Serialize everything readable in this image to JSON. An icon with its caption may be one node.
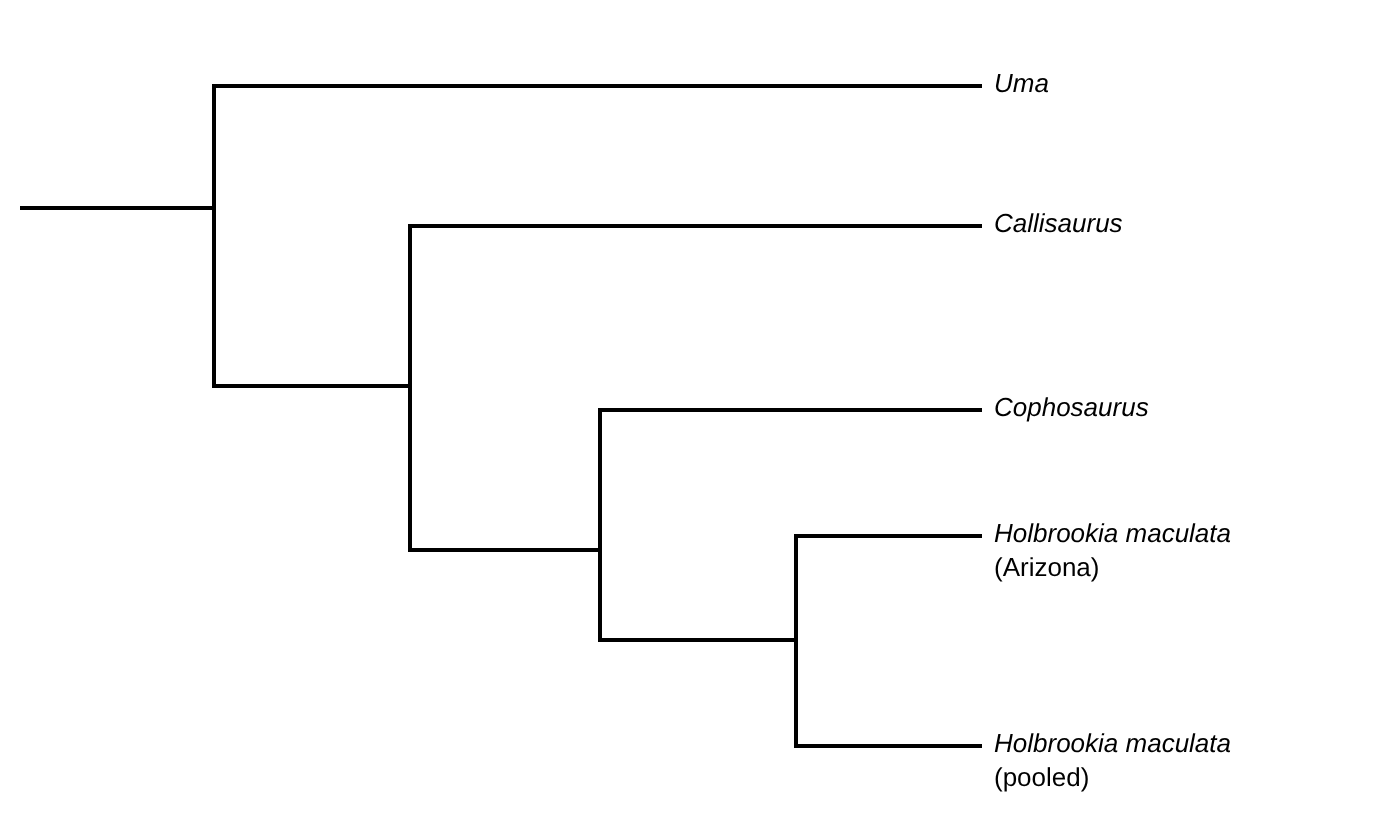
{
  "diagram": {
    "nodes": [
      {
        "text": [
          "Uma"
        ]
      },
      {
        "text": [
          "Callisaurus"
        ]
      },
      {
        "text": [
          "Cophosaurus"
        ]
      },
      {
        "text": [
          "Holbrookia maculata",
          "(Arizona)"
        ]
      },
      {
        "text": [
          "Holbrookia maculata",
          "(pooled)"
        ]
      }
    ],
    "edges": [
      {
        "from": null,
        "to": 0,
        "arrow": "none"
      },
      {
        "from": null,
        "to": 1,
        "arrow": "none"
      },
      {
        "from": null,
        "to": 2,
        "arrow": "none"
      },
      {
        "from": null,
        "to": 3,
        "arrow": "none"
      },
      {
        "from": null,
        "to": 4,
        "arrow": "none"
      }
    ]
  }
}
